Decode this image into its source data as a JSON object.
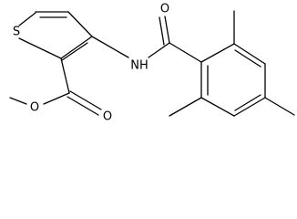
{
  "molecule": {
    "atoms": {
      "sulfur": "S",
      "amide_nh": "NH",
      "amide_oxygen": "O",
      "ester_carbonyl_oxygen": "O",
      "ester_ether_oxygen": "O"
    },
    "colors": {
      "bond": "#000000",
      "label": "#000000",
      "background": "#ffffff"
    }
  }
}
